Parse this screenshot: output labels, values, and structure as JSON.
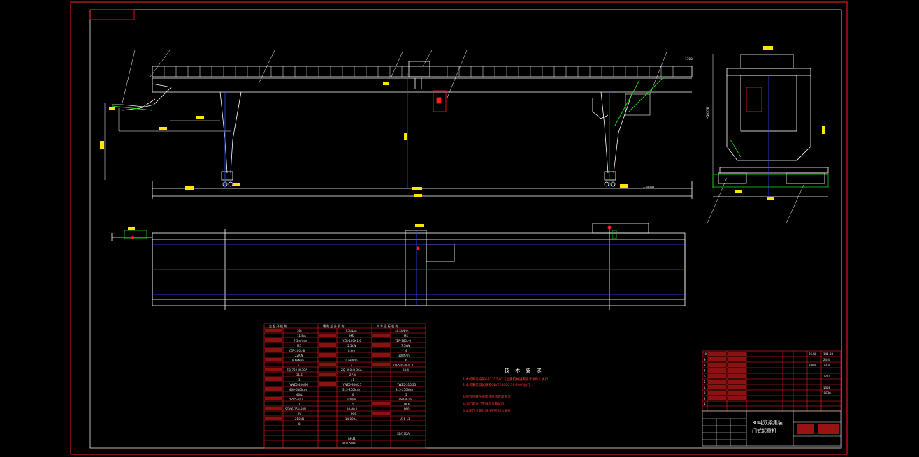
{
  "drawing": {
    "title_lines": [
      "30吨双梁集装",
      "门式起重机"
    ],
    "notes_title": "技 术 要 求",
    "notes": [
      "1.本机制造按照GB1357-92《起重机械通用技术条件》执行...",
      "2.本机安装调试按照GB/Z24000.10-2003执行...",
      "3.所有外露件表面涂防锈底漆面漆",
      "4.出厂前进行空载与负载试验",
      "5.本图尺寸单位除注明外均为毫米"
    ],
    "dimensions": {
      "span_main": "~30000",
      "height_side": "~10570",
      "top_right": "1700"
    },
    "part_numbers": [
      "1",
      "2",
      "3",
      "4",
      "5",
      "6",
      "7",
      "8",
      "9",
      "10"
    ],
    "parts_partial_values": {
      "row10": [
        "36.48",
        "141.88"
      ],
      "row9": [
        "24.4"
      ],
      "row8": [
        "3304",
        "3304"
      ],
      "row6": [
        "1210"
      ],
      "row4": [
        "1358"
      ],
      "row3": [
        "18830"
      ]
    },
    "spec_headers": [
      "主 起 升 机 构",
      "辅 助 起 升 机 构",
      "大 车 运 行 机 构"
    ],
    "spec_values": {
      "col1": [
        "30t",
        "11.5m",
        "7.5m/min",
        "M5",
        "YZR-200L-8",
        "22KW",
        "8.6kN/m",
        "5",
        "ZQ-750-III-3CA",
        "31.5",
        "1",
        "YWZ5-400/90",
        "400-630N.m",
        "40/L",
        "YZR5-8/LL",
        "1",
        "SGY-6-15-I-B-W",
        "2V",
        "210kN",
        "8"
      ],
      "col2": [
        "53kN/m",
        "M5",
        "YZR-160M1-6",
        "5.5kW",
        "8.6m",
        "1",
        "10.6kN/m",
        "4",
        "ZQ-350-III-3CA",
        "27.4",
        "41",
        "YWZ5-300/25",
        "315-250N.m",
        "6",
        "5kN/m",
        "5",
        "10-00.1",
        "PC6",
        "14-0004",
        "AH31",
        "380V 50HZ"
      ],
      "col3": [
        "48.5kN/m",
        "M5",
        "YZR-160L-6",
        "7.5kW",
        "4",
        "30kN/m",
        "6",
        "ZQ-500-III-4CA",
        "24.4",
        "YWZ5-315/25",
        "315-250N.m",
        "5",
        "ZSD-4-16",
        "DC6",
        "P60",
        "U16-11",
        "SD/17DA"
      ]
    }
  }
}
